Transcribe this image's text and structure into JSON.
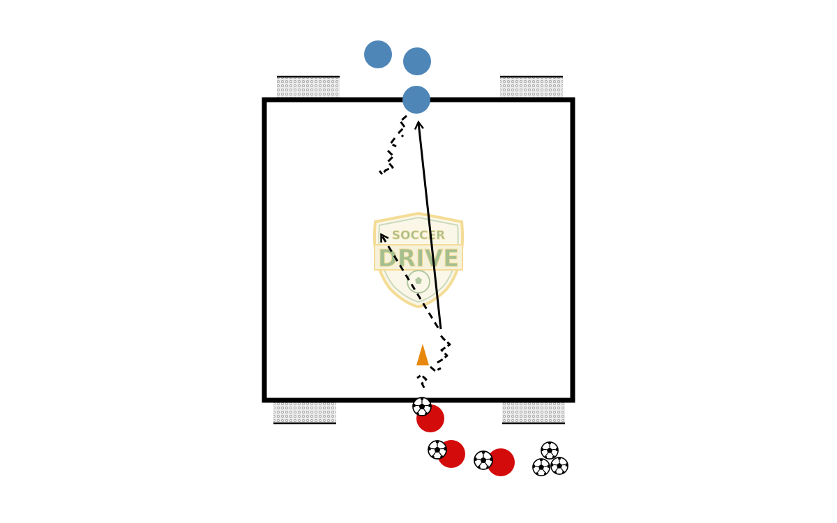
{
  "diagram": {
    "type": "soccer-drill",
    "colors": {
      "field_line": "#000000",
      "blue_player": "#4f86b8",
      "red_player": "#d40b0b",
      "cone": "#e8870d",
      "goal_net_fill": "#e6e6e6",
      "watermark_green": "#9bb784",
      "watermark_gold": "#f3d98a",
      "background": "#ffffff"
    },
    "counts": {
      "blue_players": 3,
      "red_players": 3,
      "goals": 4,
      "cones": 1,
      "balls": 6
    },
    "lines": {
      "pass": "solid-arrow",
      "run": "dashed-arrow",
      "dribble": "zigzag-line"
    },
    "icons": [
      "soccer-ball-icon",
      "cone-icon",
      "goal-icon"
    ]
  },
  "watermark": {
    "line1": "SOCCER",
    "line2": "DRIVE"
  }
}
